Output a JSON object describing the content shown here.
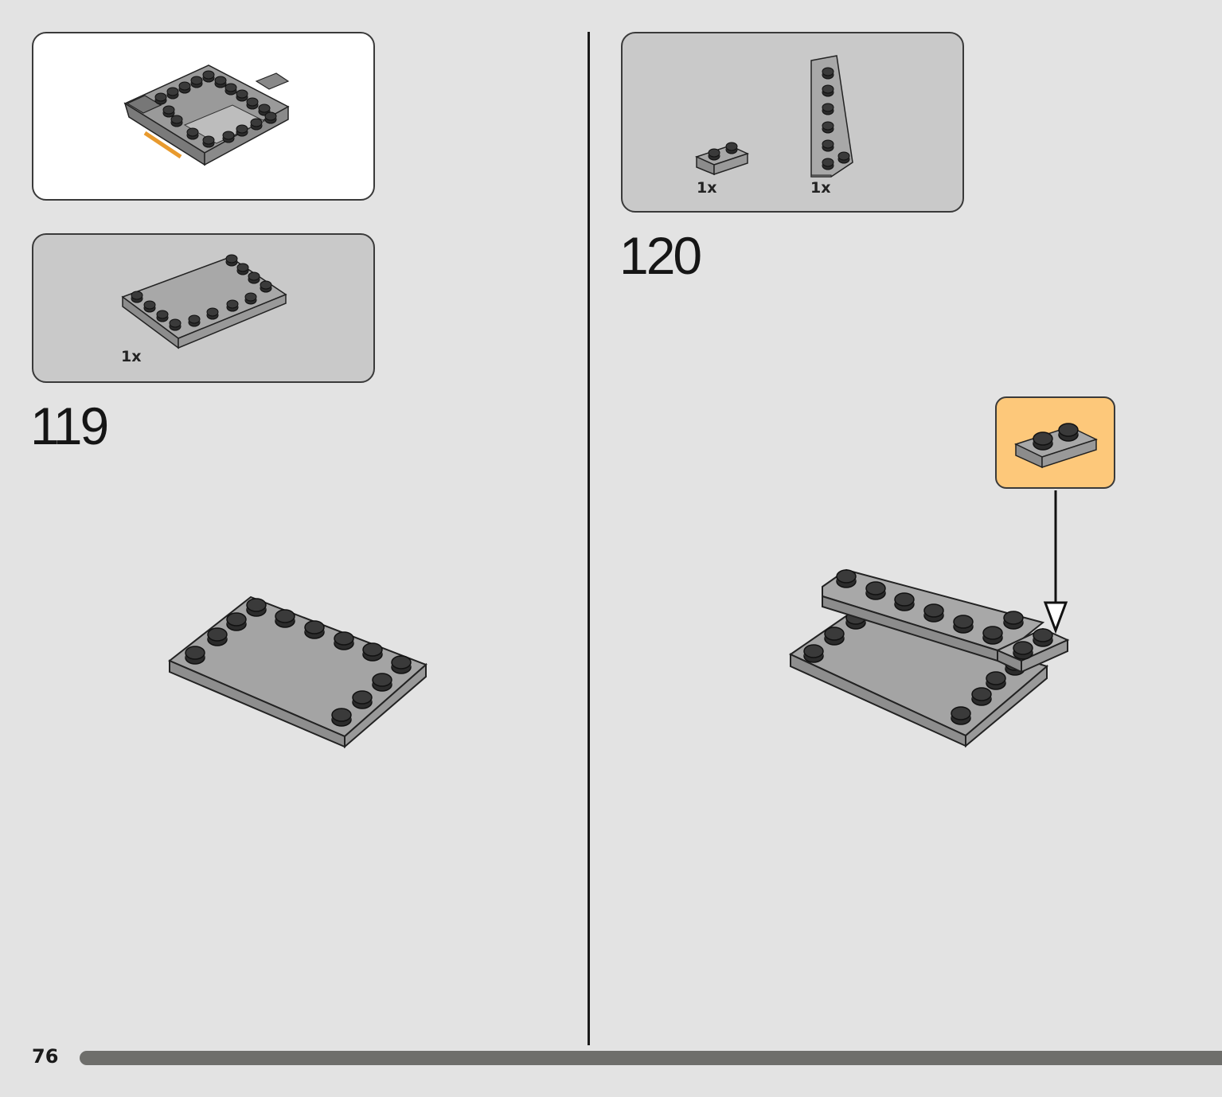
{
  "step119": {
    "number": "119",
    "parts": [
      {
        "qty": "1x",
        "part_icon": "plate-4x6-studs-on-edges"
      }
    ]
  },
  "step120": {
    "number": "120",
    "parts": [
      {
        "qty": "1x",
        "part_icon": "plate-1x2"
      },
      {
        "qty": "1x",
        "part_icon": "wedge-plate-2x6"
      }
    ]
  },
  "footer": {
    "page_number": "76"
  },
  "colors": {
    "callout_bg": "#fdc87a",
    "panel_bg": "#c9c9c9",
    "brick_gray": "#a0a0a0",
    "stud_black": "#2b2b2b"
  }
}
